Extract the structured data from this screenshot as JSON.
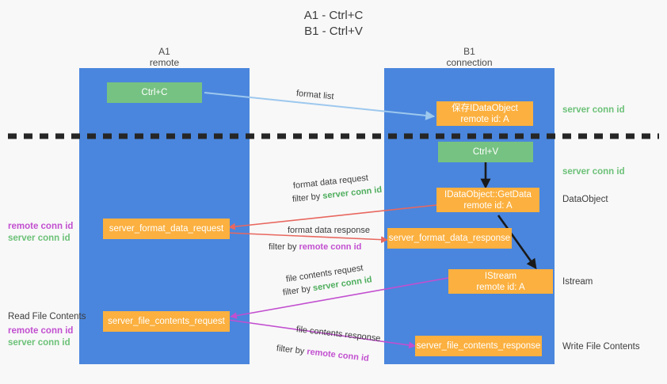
{
  "title": {
    "line1": "A1 - Ctrl+C",
    "line2": "B1 - Ctrl+V"
  },
  "columns": [
    {
      "name": "A1",
      "sub": "remote"
    },
    {
      "name": "B1",
      "sub": "connection"
    }
  ],
  "colors": {
    "lifeline_blue": "#4a86dd",
    "box_green": "#76c282",
    "box_orange": "#fbb03f",
    "arrow_blue": "#9dc8ee",
    "arrow_red": "#e8675f",
    "arrow_magenta": "#c24fd0",
    "arrow_black": "#1a1a1a",
    "server_conn_green": "#4fae5e",
    "remote_conn_magenta": "#c24fd0",
    "background": "#f8f8f8"
  },
  "boxes": {
    "ctrl_c": {
      "label": "Ctrl+C",
      "style": "green"
    },
    "save_idataobject": {
      "line1": "保存IDataObject",
      "line2": "remote id: A",
      "style": "orange"
    },
    "ctrl_v": {
      "label": "Ctrl+V",
      "style": "green"
    },
    "getdata": {
      "line1": "IDataObject::GetData",
      "line2": "remote id: A",
      "style": "orange"
    },
    "server_format_data_request": {
      "label": "server_format_data_request",
      "style": "orange"
    },
    "server_format_data_response": {
      "label": "server_format_data_response",
      "style": "orange"
    },
    "istream": {
      "line1": "IStream",
      "line2": "remote id: A",
      "style": "orange"
    },
    "server_file_contents_request": {
      "label": "server_file_contents_request",
      "style": "orange"
    },
    "server_file_contents_response": {
      "label": "server_file_contents_response",
      "style": "orange"
    }
  },
  "flows": {
    "format_list": {
      "text": "format list"
    },
    "format_data_request": {
      "text": "format data request"
    },
    "format_data_request_filter": {
      "prefix": "filter by ",
      "tag": "server conn id",
      "tag_kind": "server"
    },
    "format_data_response": {
      "text": "format data response"
    },
    "format_data_response_filter": {
      "prefix": "filter by ",
      "tag": "remote conn id",
      "tag_kind": "remote"
    },
    "file_contents_request": {
      "text": "file contents request"
    },
    "file_contents_request_filter": {
      "prefix": "filter by ",
      "tag": "server conn id",
      "tag_kind": "server"
    },
    "file_contents_response": {
      "text": "file contents response"
    },
    "file_contents_response_filter": {
      "prefix": "filter by ",
      "tag": "remote conn id",
      "tag_kind": "remote"
    }
  },
  "side_notes": {
    "right_server_conn_1": "server conn id",
    "right_server_conn_2": "server conn id",
    "right_dataobject": "DataObject",
    "right_istream": "Istream",
    "right_write_file_contents": "Write File Contents",
    "left_read_file_contents": "Read File Contents",
    "left_conn_remote_1": "remote conn id",
    "left_conn_server_1": "server conn id",
    "left_conn_remote_2": "remote conn id",
    "left_conn_server_2": "server conn id"
  }
}
